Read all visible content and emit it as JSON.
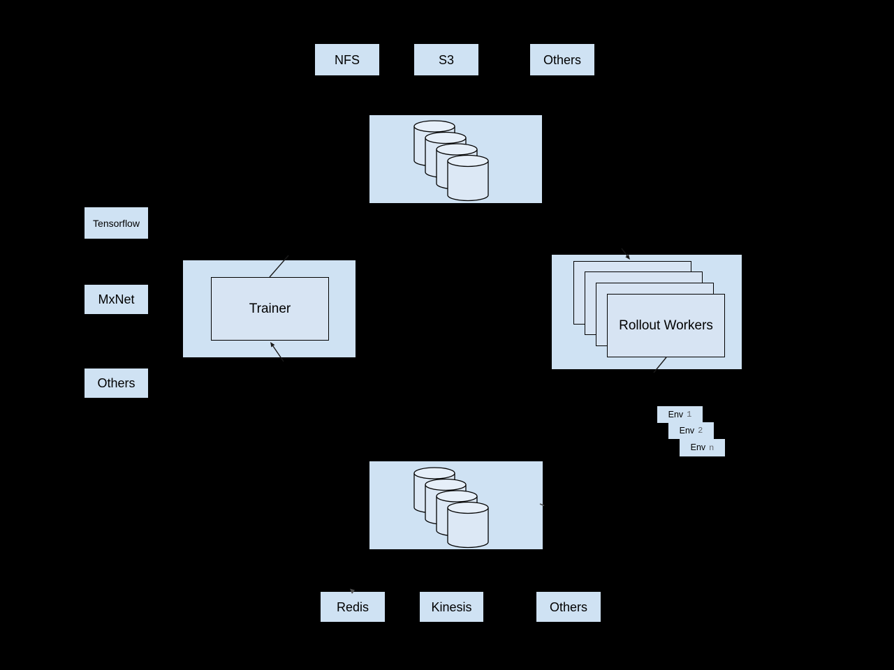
{
  "colors": {
    "background": "#000000",
    "box-fill": "#cfe2f3",
    "card-fill": "#d7e4f3",
    "cylinder-fill": "#dce8f5",
    "cylinder-top-fill": "#e6eff9",
    "line-color": "#1a1a1a",
    "muted-number": "#5f6368"
  },
  "top_storage": {
    "items": [
      {
        "label": "NFS"
      },
      {
        "label": "S3"
      },
      {
        "label": "Others"
      }
    ]
  },
  "model_storage": {
    "icon": "database-cylinders-icon",
    "cylinder_count": 4
  },
  "frameworks": {
    "items": [
      {
        "label": "Tensorflow"
      },
      {
        "label": "MxNet"
      },
      {
        "label": "Others"
      }
    ]
  },
  "trainer": {
    "label": "Trainer"
  },
  "rollout_workers": {
    "label": "Rollout Workers",
    "stack_count": 4
  },
  "environments": {
    "items": [
      {
        "label": "Env",
        "index": "1"
      },
      {
        "label": "Env",
        "index": "2"
      },
      {
        "label": "Env",
        "index": "n"
      }
    ]
  },
  "data_storage": {
    "icon": "database-cylinders-icon",
    "cylinder_count": 4
  },
  "bottom_storage": {
    "items": [
      {
        "label": "Redis"
      },
      {
        "label": "Kinesis"
      },
      {
        "label": "Others"
      }
    ]
  }
}
